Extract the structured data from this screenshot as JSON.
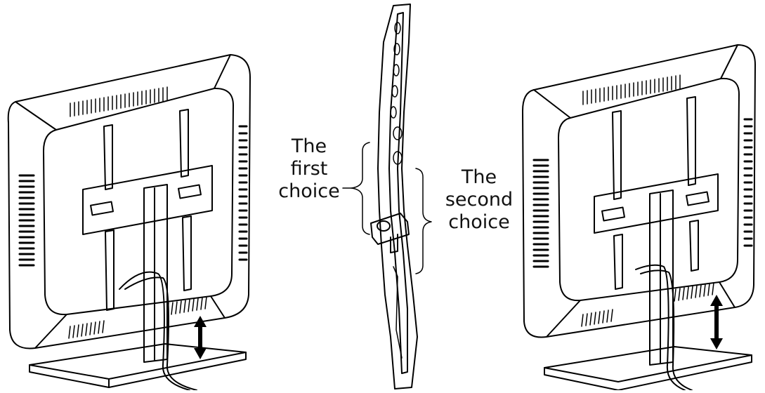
{
  "labels": {
    "first": {
      "line1": "The",
      "line2": "first",
      "line3": "choice"
    },
    "second": {
      "line1": "The",
      "line2": "second",
      "line3": "choice"
    }
  },
  "icons": [
    "tv-back-left",
    "mount-bracket-side-view",
    "tv-back-right",
    "height-adjust-arrow-icon"
  ],
  "colors": {
    "line": "#000000",
    "background": "#ffffff"
  }
}
